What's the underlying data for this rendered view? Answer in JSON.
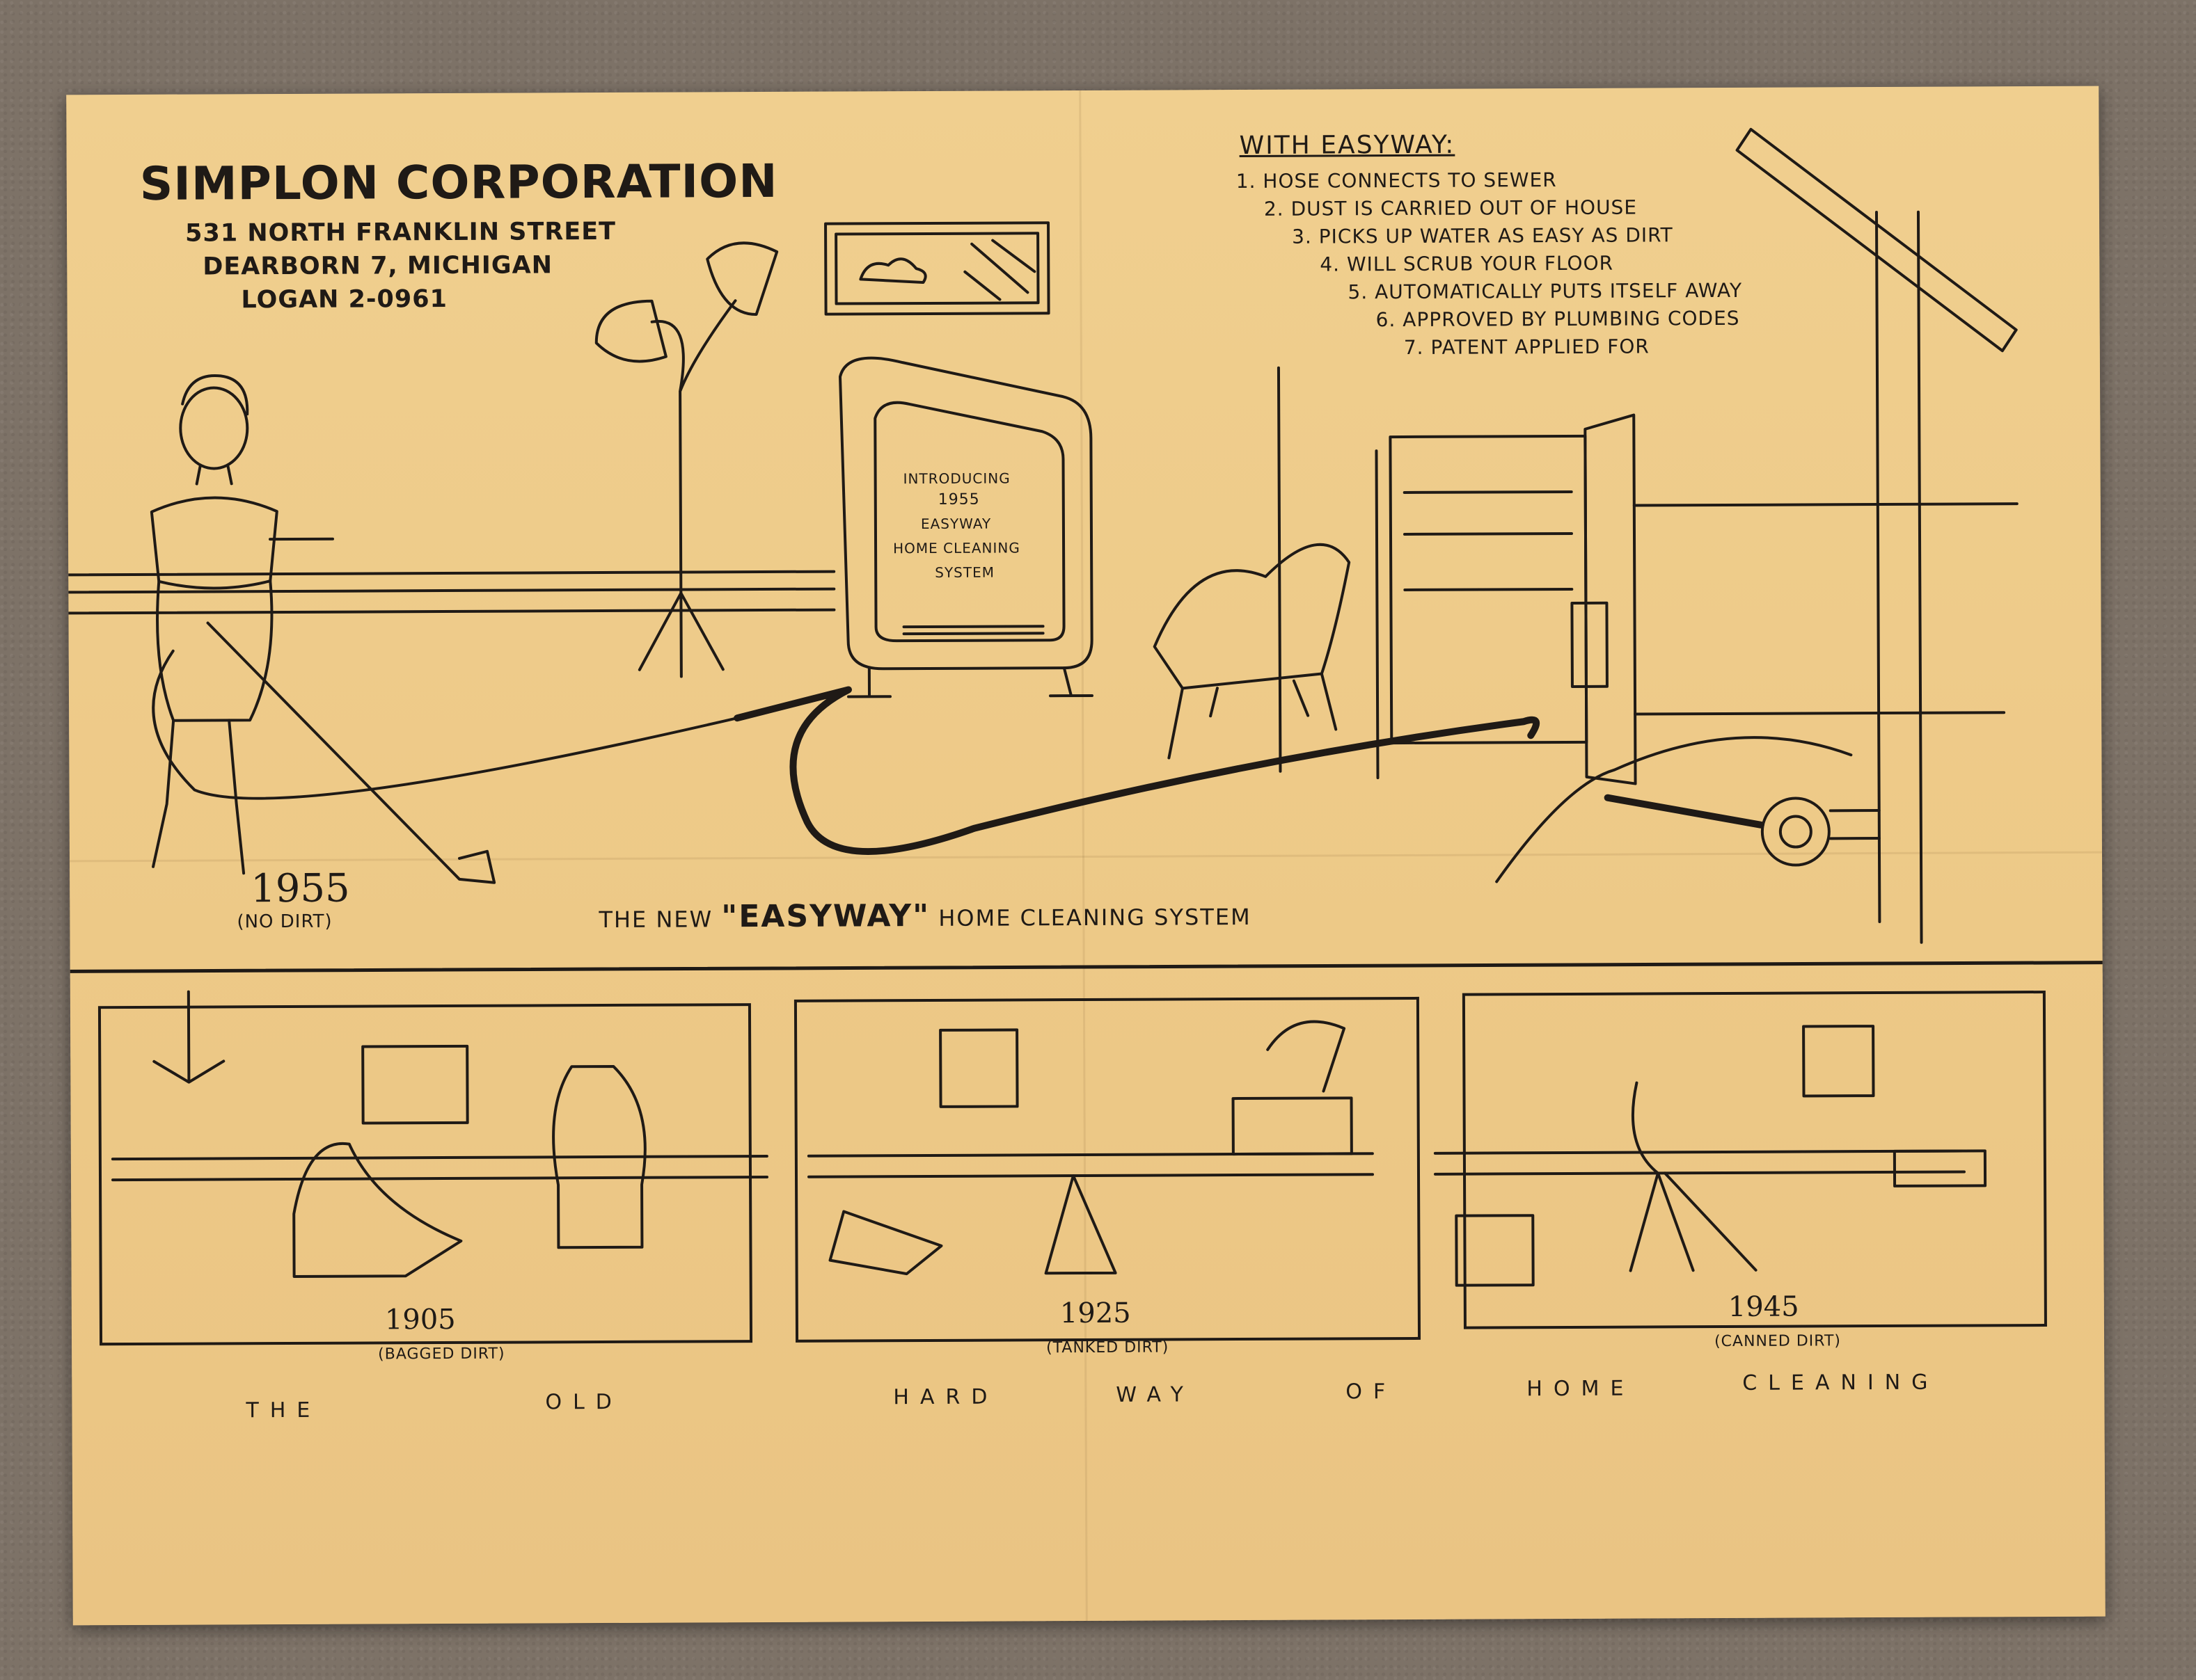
{
  "company": {
    "name": "SIMPLON CORPORATION",
    "street": "531 NORTH FRANKLIN STREET",
    "city": "DEARBORN 7, MICHIGAN",
    "phone": "LOGAN 2-0961"
  },
  "features": {
    "title": "WITH EASYWAY:",
    "items": [
      "1. HOSE CONNECTS TO SEWER",
      "2. DUST IS CARRIED OUT OF HOUSE",
      "3. PICKS UP WATER AS EASY AS DIRT",
      "4. WILL SCRUB YOUR FLOOR",
      "5. AUTOMATICALLY PUTS ITSELF AWAY",
      "6. APPROVED BY PLUMBING CODES",
      "7. PATENT APPLIED FOR"
    ]
  },
  "cabinet_sign": [
    "INTRODUCING",
    "1955",
    "EASYWAY",
    "HOME CLEANING",
    "SYSTEM"
  ],
  "main_scene": {
    "year": "1955",
    "year_caption": "(NO DIRT)",
    "headline_pre": "THE NEW",
    "headline_brand": "\"EASYWAY\"",
    "headline_post": "HOME CLEANING SYSTEM"
  },
  "panels": [
    {
      "year": "1905",
      "caption": "(BAGGED DIRT)"
    },
    {
      "year": "1925",
      "caption": "(TANKED DIRT)"
    },
    {
      "year": "1945",
      "caption": "(CANNED DIRT)"
    }
  ],
  "bottom_words": [
    "THE",
    "OLD",
    "HARD",
    "WAY",
    "OF",
    "HOME",
    "CLEANING"
  ],
  "colors": {
    "paper": "#eec989",
    "ink": "#1f1a16",
    "background": "#7d7267"
  }
}
